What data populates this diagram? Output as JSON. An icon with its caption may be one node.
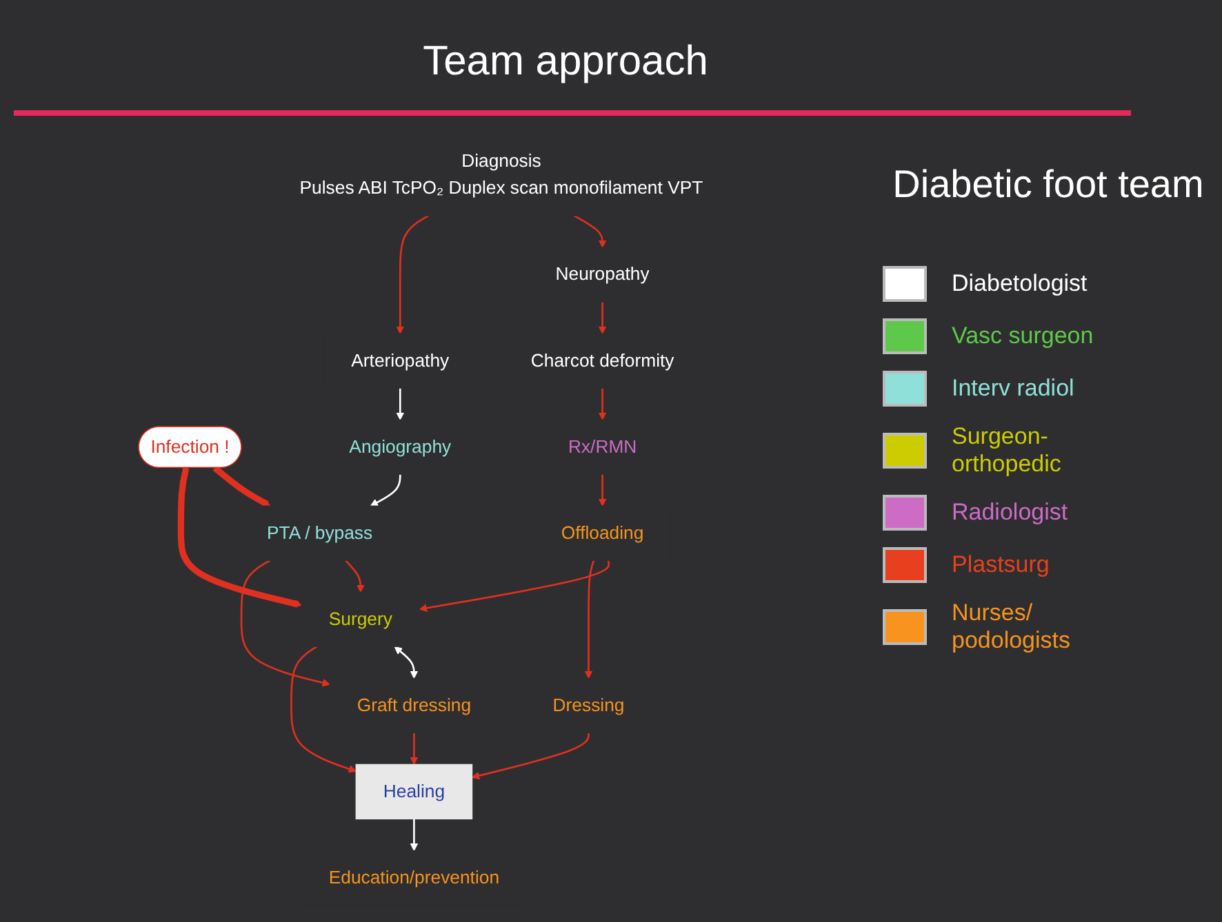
{
  "diagram": {
    "title": "Team approach",
    "nodes": [
      {
        "text": [
          "Diagnosis",
          "Pulses ABI TcPO₂ Duplex scan monofilament VPT"
        ]
      },
      {
        "text": [
          "Neuropathy"
        ]
      },
      {
        "text": [
          "Arteriopathy"
        ]
      },
      {
        "text": [
          "Infection !"
        ]
      },
      {
        "text": [
          "Charcot deformity"
        ]
      },
      {
        "text": [
          "Angiography"
        ]
      },
      {
        "text": [
          "Rx/RMN"
        ]
      },
      {
        "text": [
          "PTA / bypass"
        ]
      },
      {
        "text": [
          "Offloading"
        ]
      },
      {
        "text": [
          "Surgery"
        ]
      },
      {
        "text": [
          "Graft dressing"
        ]
      },
      {
        "text": [
          "Dressing"
        ]
      },
      {
        "text": [
          "Healing"
        ]
      },
      {
        "text": [
          "Education/prevention"
        ]
      }
    ],
    "edges": [
      {
        "from": 0,
        "to": 1,
        "arrow": "to"
      },
      {
        "from": 0,
        "to": 2,
        "arrow": "to"
      },
      {
        "from": 1,
        "to": 4,
        "arrow": "to"
      },
      {
        "from": 2,
        "to": 5,
        "arrow": "to",
        "color": "#ffffff"
      },
      {
        "from": 4,
        "to": 6,
        "arrow": "to"
      },
      {
        "from": 5,
        "to": 7,
        "arrow": "to",
        "color": "#ffffff"
      },
      {
        "from": 3,
        "to": 7,
        "arrow": "to",
        "style": "thick"
      },
      {
        "from": 3,
        "to": 9,
        "arrow": "to",
        "style": "thick"
      },
      {
        "from": 6,
        "to": 8,
        "arrow": "to"
      },
      {
        "from": 7,
        "to": 9,
        "arrow": "to"
      },
      {
        "from": 7,
        "to": 10,
        "arrow": "to"
      },
      {
        "from": 8,
        "to": 9,
        "arrow": "to"
      },
      {
        "from": 9,
        "to": 10,
        "arrow": "both",
        "color": "#ffffff"
      },
      {
        "from": 8,
        "to": 11,
        "arrow": "to"
      },
      {
        "from": 11,
        "to": 12,
        "arrow": "to"
      },
      {
        "from": 9,
        "to": 12,
        "arrow": "to"
      },
      {
        "from": 10,
        "to": 12,
        "arrow": "to"
      },
      {
        "from": 12,
        "to": 13,
        "arrow": "to",
        "color": "#ffffff"
      }
    ],
    "labels": [
      "Diabetic foot team"
    ],
    "legend": [
      {
        "text": "Diabetologist",
        "color": "#ffffff"
      },
      {
        "text": "Vasc surgeon",
        "color": "#5ec84a"
      },
      {
        "text": "Interv radiol",
        "color": "#8fe0d8"
      },
      {
        "text": "Surgeon-orthopedic",
        "color": "#cccc00"
      },
      {
        "text": "Radiologist",
        "color": "#cc6cc4"
      },
      {
        "text": "Plastsurg",
        "color": "#e8401e"
      },
      {
        "text": "Nurses/ podologists",
        "color": "#f7931e"
      }
    ]
  }
}
